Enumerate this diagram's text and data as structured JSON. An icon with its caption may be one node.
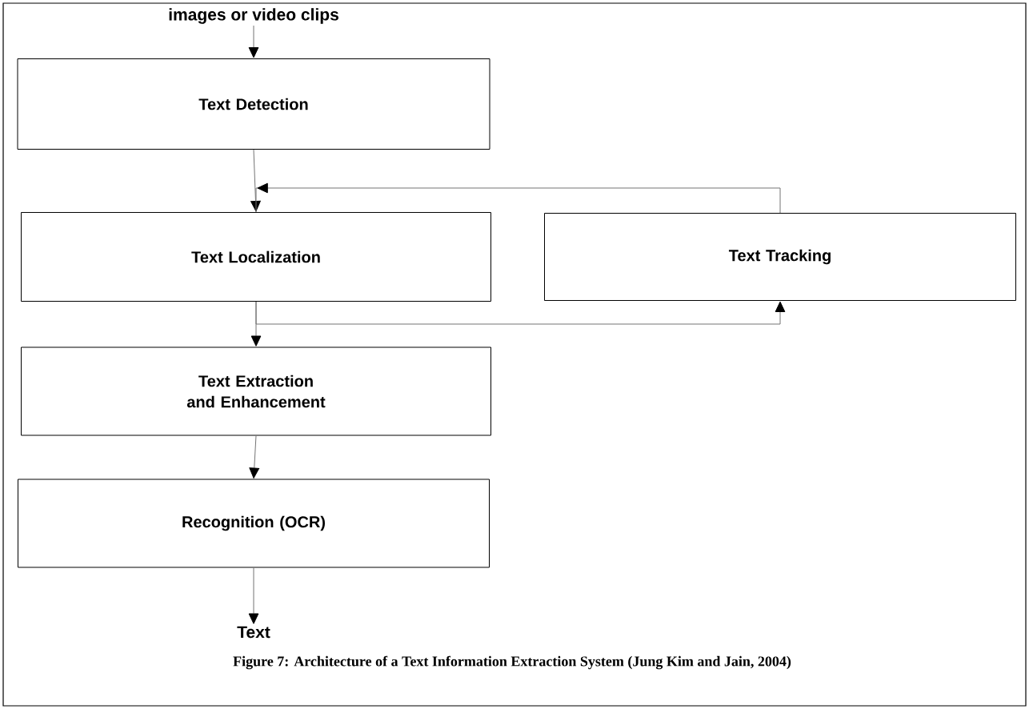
{
  "diagram": {
    "caption": "Figure 7: Architecture of a Text Information Extraction System (Jung Kim and Jain, 2004)",
    "nodes": [
      {
        "text": [
          "images or video clips"
        ]
      },
      {
        "text": [
          "Text Detection"
        ]
      },
      {
        "text": [
          "Text Localization"
        ]
      },
      {
        "text": [
          "Text Tracking"
        ]
      },
      {
        "text": [
          "Text Extraction and Enhancement"
        ]
      },
      {
        "text": [
          "Recognition (OCR)"
        ]
      },
      {
        "text": [
          "Text"
        ]
      }
    ],
    "edges": [
      {
        "from": 0,
        "to": 1,
        "arrow": "to"
      },
      {
        "from": 1,
        "to": 2,
        "arrow": "to"
      },
      {
        "from": 2,
        "to": 3,
        "arrow": "to"
      },
      {
        "from": 3,
        "to": 2,
        "arrow": "to"
      },
      {
        "from": 2,
        "to": 4,
        "arrow": "to"
      },
      {
        "from": 4,
        "to": 5,
        "arrow": "to"
      },
      {
        "from": 5,
        "to": 6,
        "arrow": "to"
      }
    ]
  }
}
